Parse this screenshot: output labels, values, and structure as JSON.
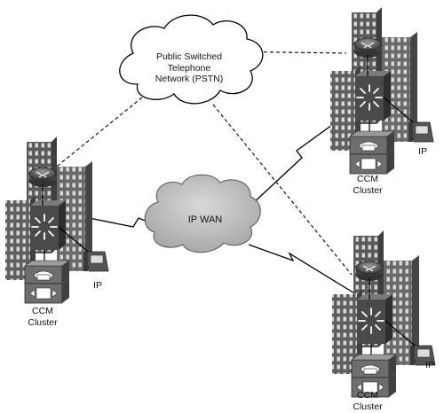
{
  "pstn": {
    "line1": "Public Switched",
    "line2": "Telephone",
    "line3": "Network (PSTN)"
  },
  "wan": {
    "label": "IP WAN"
  },
  "sites": [
    {
      "id": "left",
      "ip_label": "IP",
      "cluster_line1": "CCM",
      "cluster_line2": "Cluster"
    },
    {
      "id": "top-right",
      "ip_label": "IP",
      "cluster_line1": "CCM",
      "cluster_line2": "Cluster"
    },
    {
      "id": "bottom-right",
      "ip_label": "IP",
      "cluster_line1": "CCM",
      "cluster_line2": "Cluster"
    }
  ],
  "colors": {
    "building_dark": "#4f4f4f",
    "building_mid": "#6b6b6b",
    "building_light": "#8a8a8a",
    "window": "#d9d9d9",
    "cloud": "#bdbdbd",
    "line": "#000000"
  }
}
